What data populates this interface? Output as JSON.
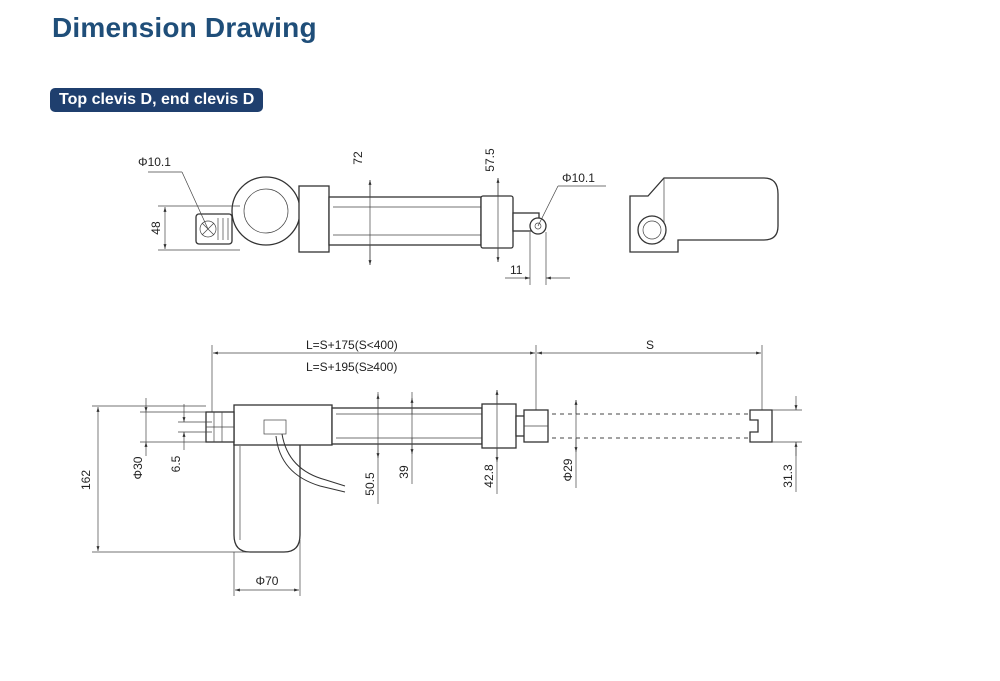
{
  "header": {
    "title": "Dimension Drawing",
    "section_label": "Top clevis D, end clevis D"
  },
  "top_view": {
    "phi_left": "Φ10.1",
    "dim_48": "48",
    "dim_72": "72",
    "dim_57_5": "57.5",
    "phi_right": "Φ10.1",
    "dim_11": "11"
  },
  "side_view": {
    "length_short": "L=S+175(S<400)",
    "length_long": "L=S+195(S≥400)",
    "stroke": "S",
    "dim_162": "162",
    "phi_30": "Φ30",
    "dim_6_5": "6.5",
    "dim_50_5": "50.5",
    "dim_39": "39",
    "dim_42_8": "42.8",
    "phi_29": "Φ29",
    "dim_31_3": "31.3",
    "phi_70": "Φ70"
  },
  "colors": {
    "title": "#1f4e79",
    "badge_bg": "#1f3f6e",
    "line": "#333333"
  }
}
